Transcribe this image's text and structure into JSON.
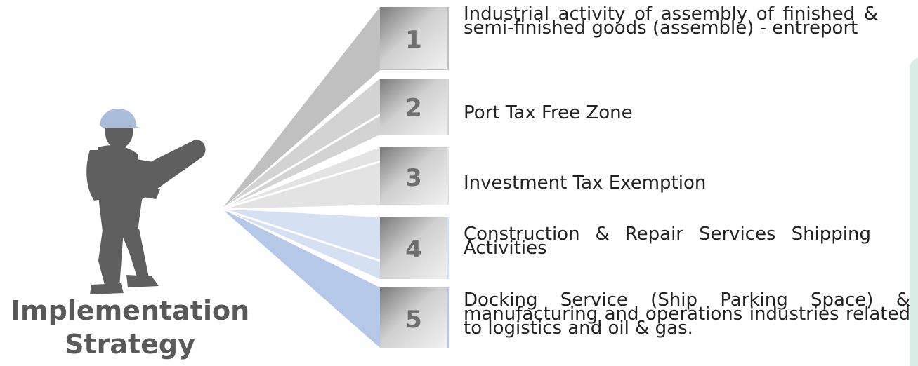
{
  "title": {
    "line1": "Implementation",
    "line2": "Strategy"
  },
  "items": [
    {
      "number": "1",
      "text": "Industrial activity of assembly of finished & semi-finished goods (assemble) - entreport",
      "color": "#c0c0c0"
    },
    {
      "number": "2",
      "text": "Port Tax Free Zone",
      "color": "#d3d3d3"
    },
    {
      "number": "3",
      "text": "Investment Tax Exemption",
      "color": "#e3e3e3"
    },
    {
      "number": "4",
      "text": "Construction & Repair Services Shipping Activities",
      "color": "#d5e0f2"
    },
    {
      "number": "5",
      "text": "Docking Service (Ship Parking Space) & manufacturing and operations industries related to logistics and oil & gas.",
      "color": "#b6c8e8"
    }
  ],
  "colors": {
    "figure": "#5f5f5f",
    "helmet": "#a9bcd9",
    "number_box": "#d9d9d9",
    "panel": "#d9ece6"
  },
  "icons": {
    "figure": "worker-with-blueprint-icon"
  }
}
